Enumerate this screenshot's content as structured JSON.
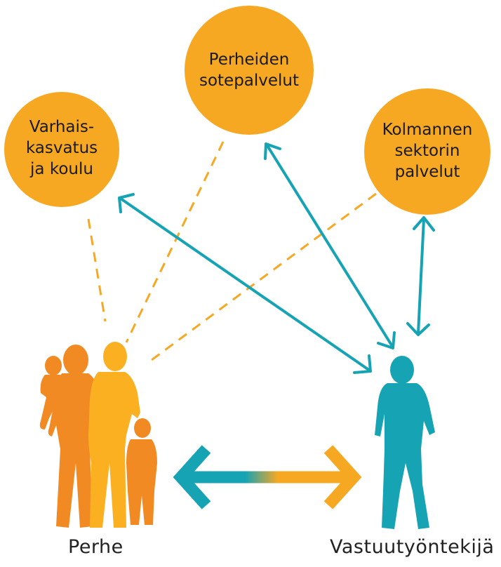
{
  "nodes": {
    "early_education": {
      "line1": "Varhais-",
      "line2": "kasvatus",
      "line3": "ja koulu"
    },
    "family_services": {
      "line1": "Perheiden",
      "line2": "sotepalvelut"
    },
    "third_sector": {
      "line1": "Kolmannen",
      "line2": "sektorin",
      "line3": "palvelut"
    }
  },
  "people": {
    "family_label": "Perhe",
    "worker_label": "Vastuutyöntekijä"
  },
  "colors": {
    "circle": "#F7A823",
    "family_orange": "#F28A24",
    "family_yellow": "#FBB022",
    "teal": "#16A3B4",
    "dashed": "#F7A823"
  }
}
